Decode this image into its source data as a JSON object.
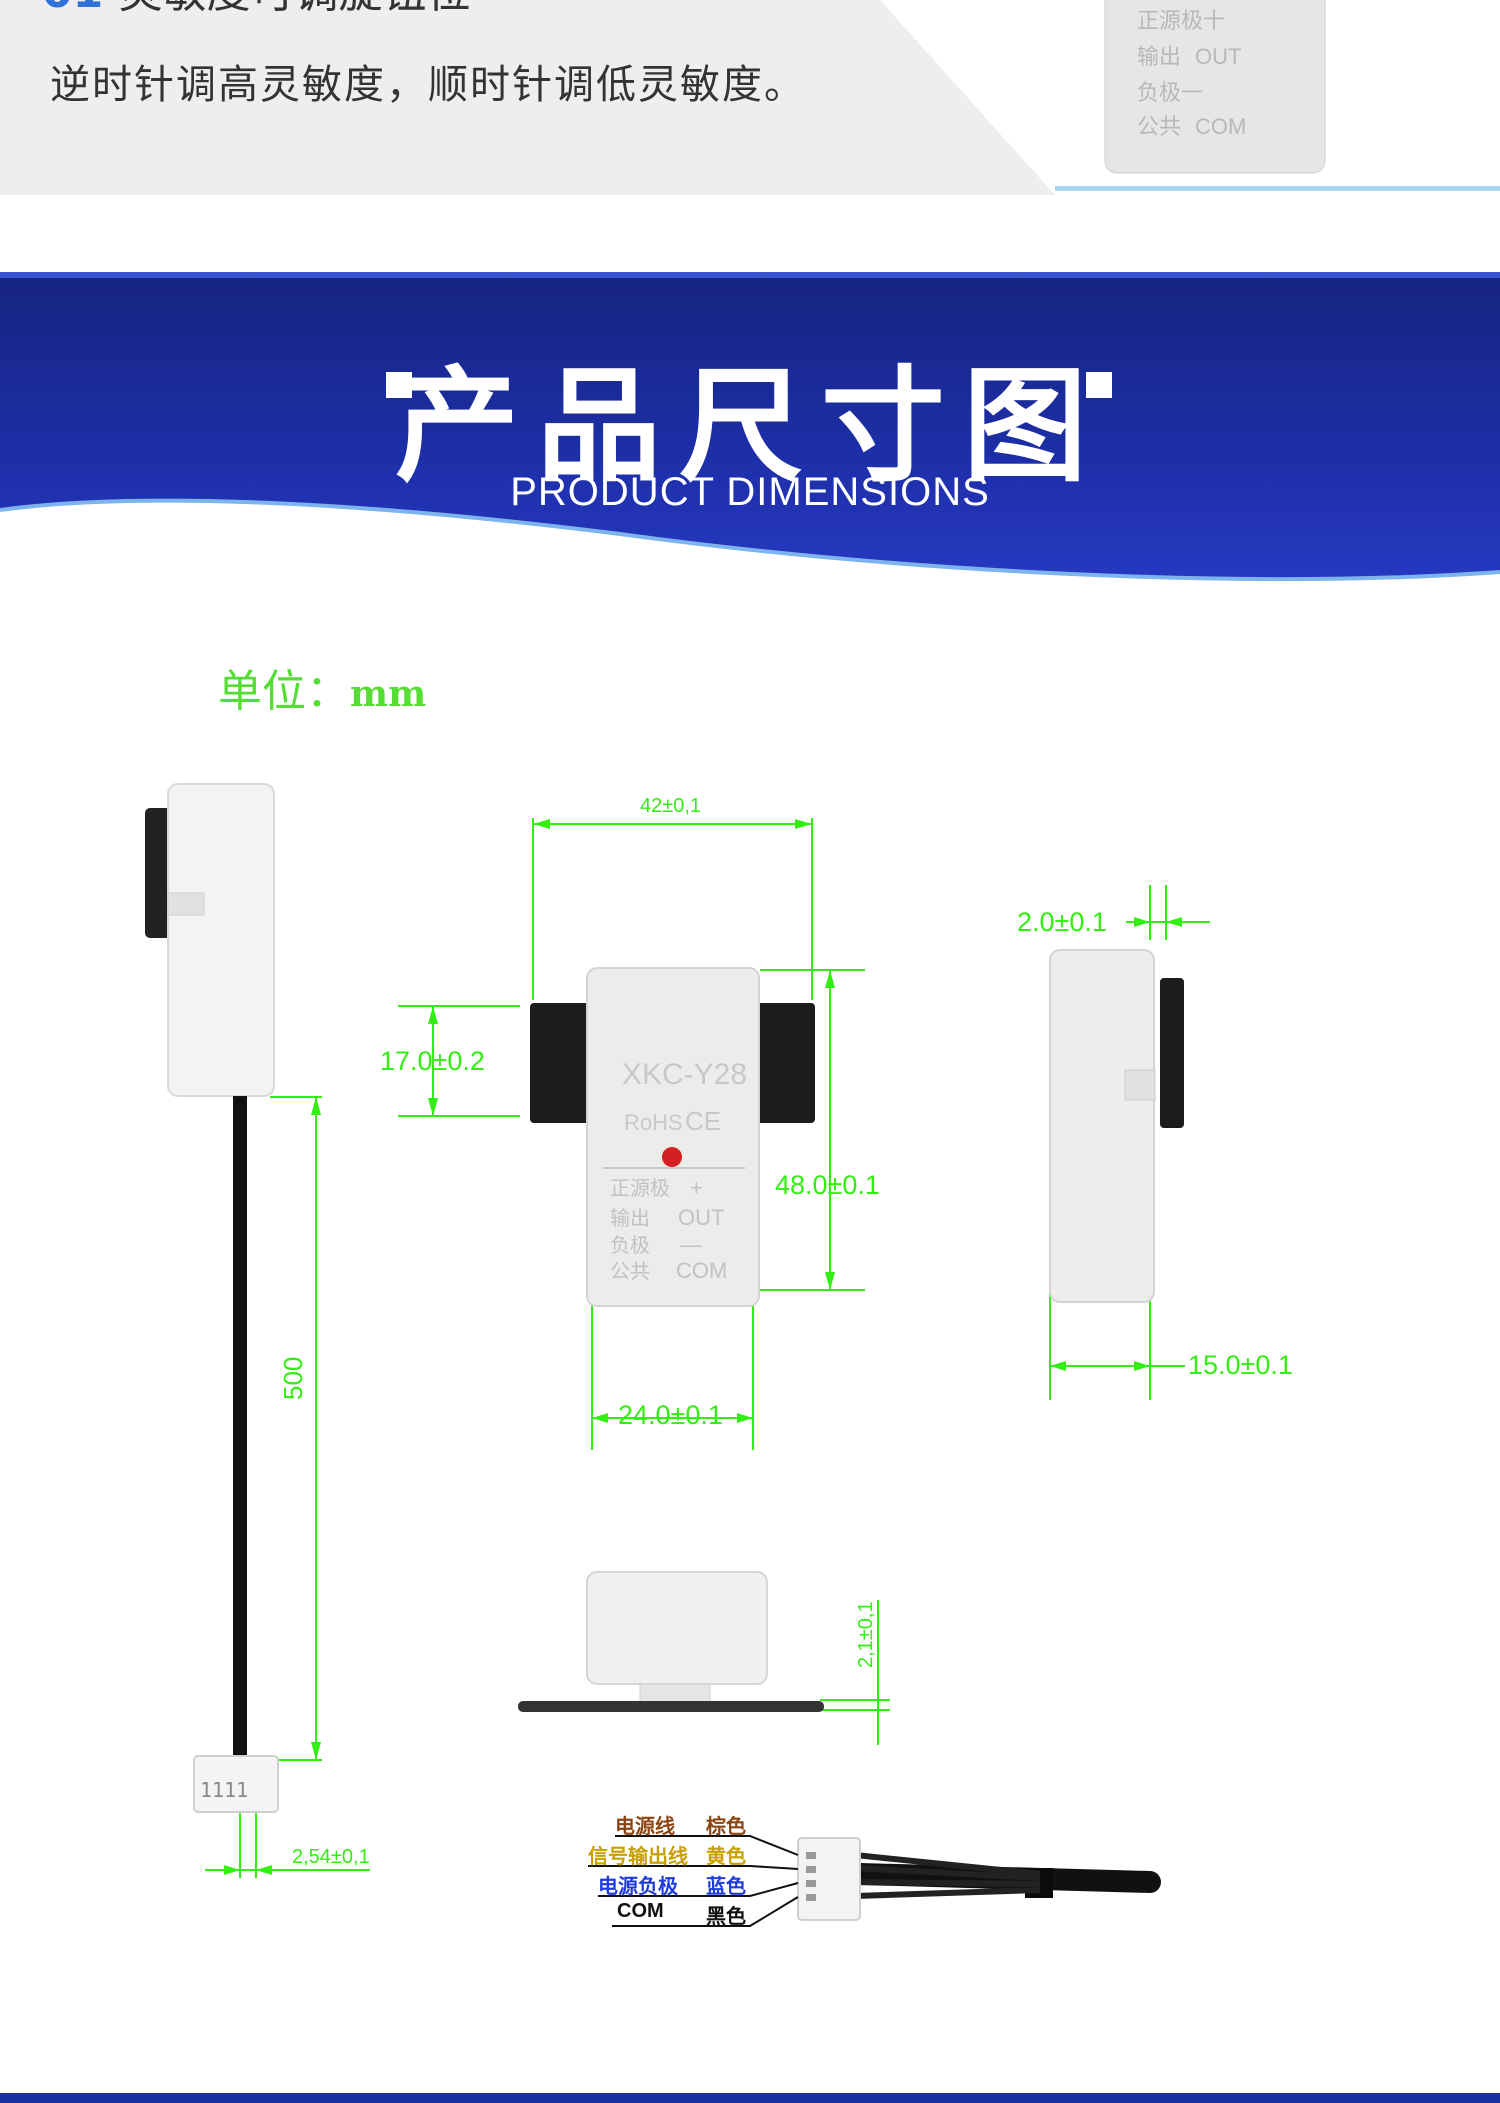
{
  "top_section": {
    "instruction": "逆时针调高灵敏度，顺时针调低灵敏度。"
  },
  "banner": {
    "title": "产品尺寸图",
    "subtitle": "PRODUCT DIMENSIONS"
  },
  "unit_label": "单位：",
  "unit_value": "mm",
  "sensor_label": {
    "model": "XKC-Y28",
    "rohs": "RoHS",
    "ce": "CE",
    "pin_vcc": "+",
    "pin_out": "OUT",
    "pin_gnd": "—",
    "pin_com": "COM",
    "top_label_out": "OUT",
    "top_label_com": "COM"
  },
  "dimensions": {
    "width_top": "42±0,1",
    "height_left": "17.0±0.2",
    "height_right": "48.0±0.1",
    "width_bottom": "24.0±0.1",
    "side_thickness": "2.0±0.1",
    "side_depth": "15.0±0.1",
    "cable_length": "500",
    "bottom_thickness": "2,1±0,1",
    "pin_pitch": "2,54±0,1"
  },
  "wire_legend": [
    {
      "name": "电源线",
      "color_name": "棕色",
      "color": "#8b4513"
    },
    {
      "name": "信号输出线",
      "color_name": "黄色",
      "color": "#c8a000"
    },
    {
      "name": "电源负极",
      "color_name": "蓝色",
      "color": "#1e3cdc"
    },
    {
      "name": "COM",
      "color_name": "黑色",
      "color": "#111111"
    }
  ],
  "colors": {
    "banner_blue": "#1a2a9a",
    "dimension_green": "#33ee11"
  }
}
